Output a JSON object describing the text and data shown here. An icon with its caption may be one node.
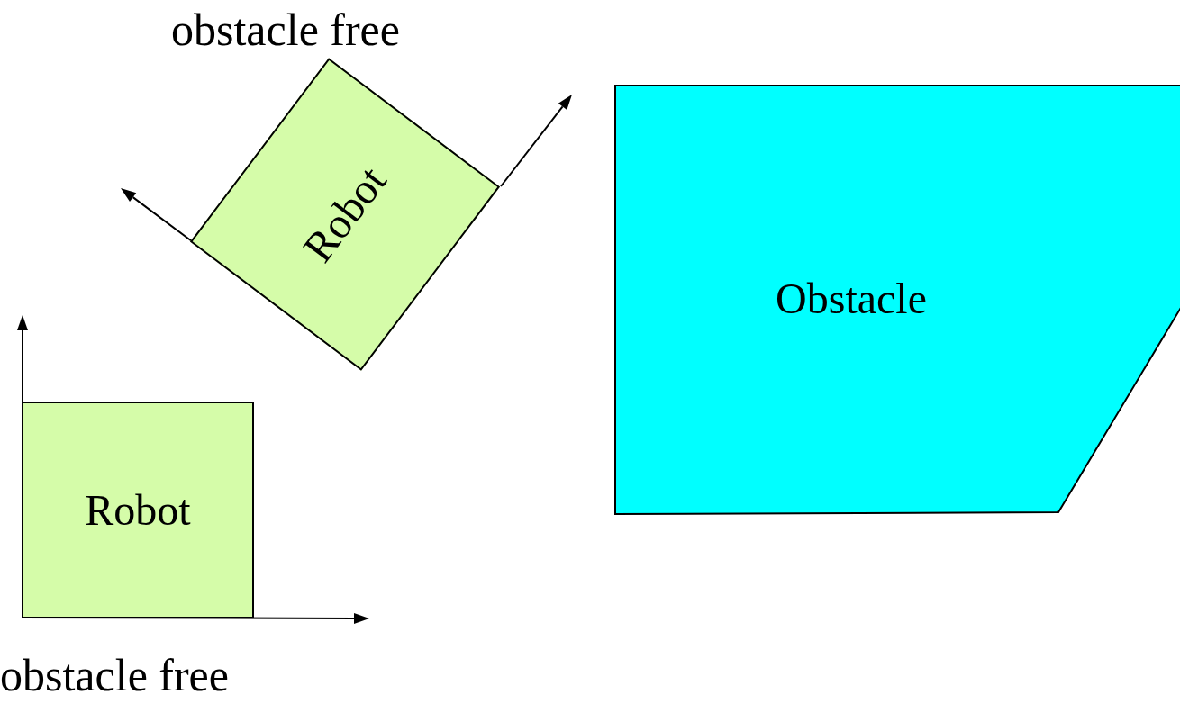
{
  "diagram": {
    "nodes": [
      {
        "text": [
          "Robot"
        ]
      },
      {
        "text": [
          "Obstacle"
        ]
      },
      {
        "text": [
          "Robot"
        ]
      }
    ],
    "labels": [
      "obstacle free",
      "obstacle free"
    ]
  }
}
